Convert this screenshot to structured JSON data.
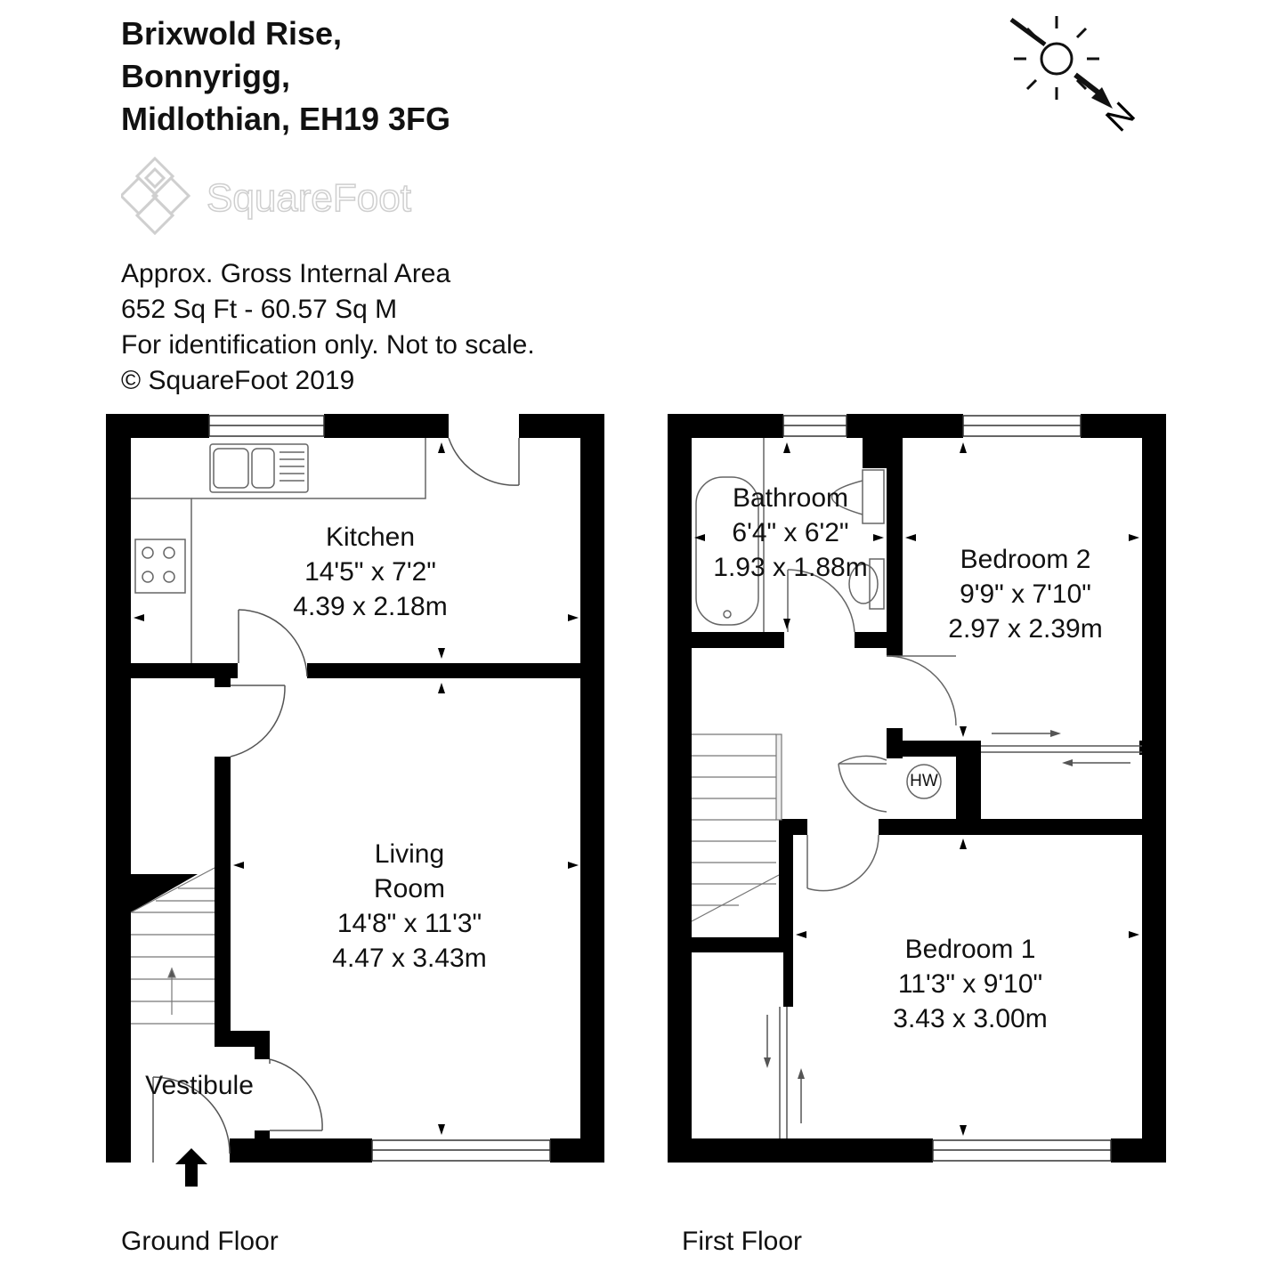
{
  "address": {
    "line1": "Brixwold Rise,",
    "line2": "Bonnyrigg,",
    "line3": "Midlothian, EH19 3FG"
  },
  "logo": {
    "text": "SquareFoot"
  },
  "area_info": {
    "line1": "Approx. Gross Internal Area",
    "line2": "652 Sq Ft  -  60.57 Sq M",
    "line3": "For identification only. Not to scale.",
    "line4": "© SquareFoot 2019"
  },
  "compass": {
    "north_label": "N",
    "icon": "sun-icon"
  },
  "rooms": {
    "kitchen": {
      "name": "Kitchen",
      "imperial": "14'5\" x 7'2\"",
      "metric": "4.39 x 2.18m"
    },
    "living": {
      "name1": "Living",
      "name2": "Room",
      "imperial": "14'8\" x 11'3\"",
      "metric": "4.47 x 3.43m"
    },
    "vestibule": {
      "name": "Vestibule"
    },
    "bathroom": {
      "name": "Bathroom",
      "imperial": "6'4\" x 6'2\"",
      "metric": "1.93 x 1.88m"
    },
    "bedroom2": {
      "name": "Bedroom 2",
      "imperial": "9'9\" x 7'10\"",
      "metric": "2.97 x 2.39m"
    },
    "bedroom1": {
      "name": "Bedroom 1",
      "imperial": "11'3\" x 9'10\"",
      "metric": "3.43 x 3.00m"
    },
    "hot_water": {
      "label": "HW"
    }
  },
  "floors": {
    "ground": "Ground Floor",
    "first": "First Floor"
  },
  "colors": {
    "wall": "#000000",
    "line": "#555555",
    "logo": "#cfcfcf"
  }
}
